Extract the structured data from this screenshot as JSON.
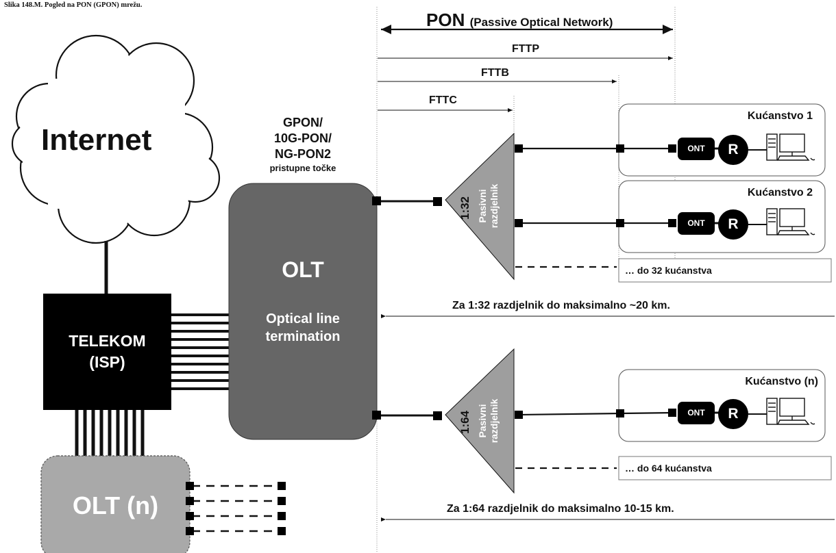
{
  "caption": "Slika 148.M. Pogled na PON (GPON) mrežu.",
  "pon": {
    "title": "PON",
    "subtitle": "(Passive Optical Network)"
  },
  "spans": {
    "fttp": "FTTP",
    "fttb": "FTTB",
    "fttc": "FTTC"
  },
  "internet": "Internet",
  "telekom": {
    "line1": "TELEKOM",
    "line2": "(ISP)"
  },
  "olt_n": "OLT (n)",
  "access": {
    "line1": "GPON/",
    "line2": "10G-PON/",
    "line3": "NG-PON2",
    "line4": "pristupne točke"
  },
  "olt": {
    "title": "OLT",
    "line1": "Optical line",
    "line2": "termination"
  },
  "splitter1": {
    "ratio": "1:32",
    "line1": "Pasivni",
    "line2": "razdjelnik"
  },
  "splitter2": {
    "ratio": "1:64",
    "line1": "Pasivni",
    "line2": "razdjelnik"
  },
  "households": [
    {
      "label": "Kućanstvo 1",
      "ont": "ONT",
      "router": "R"
    },
    {
      "label": "Kućanstvo 2",
      "ont": "ONT",
      "router": "R"
    },
    {
      "label": "Kućanstvo (n)",
      "ont": "ONT",
      "router": "R"
    }
  ],
  "more": {
    "n32": "… do 32 kućanstva",
    "n64": "… do 64 kućanstva"
  },
  "range": {
    "r32": "Za 1:32 razdjelnik do maksimalno ~20 km.",
    "r64": "Za 1:64 razdjelnik do maksimalno 10-15 km."
  },
  "colors": {
    "olt": "#666666",
    "olt_n": "#a9a9a9",
    "splitter": "#9e9e9e",
    "line": "#111111"
  }
}
